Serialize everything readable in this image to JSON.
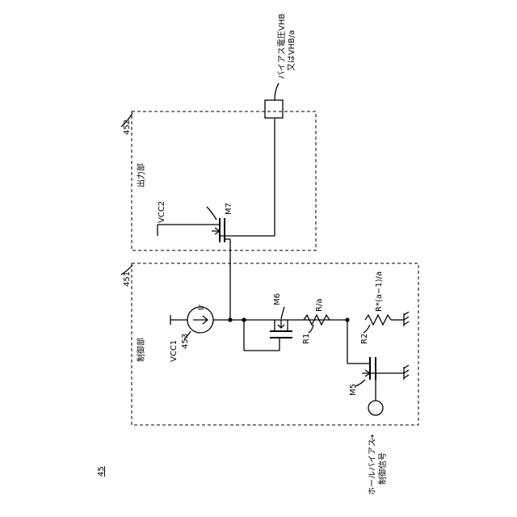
{
  "figure": {
    "number": "45",
    "blocks": {
      "control": {
        "ref": "451",
        "name": "制御部"
      },
      "output": {
        "ref": "452",
        "name": "出力部"
      }
    },
    "labels": {
      "vcc1": "VCC1",
      "vcc2": "VCC2",
      "current_source_ref": "453",
      "current_source_value": "Ir",
      "m5": "M5",
      "m6": "M6",
      "m7": "M7",
      "r1": "R1",
      "r2": "R2",
      "r1_value": "R/a",
      "r2_value": "R*(a−1)/a",
      "bias_line1": "バイアス電圧VHB",
      "bias_line2": "又はVHB/a",
      "hall_line1": "ホールバイアス",
      "hall_line2": "制御信号",
      "hall_arrow": "→"
    }
  }
}
